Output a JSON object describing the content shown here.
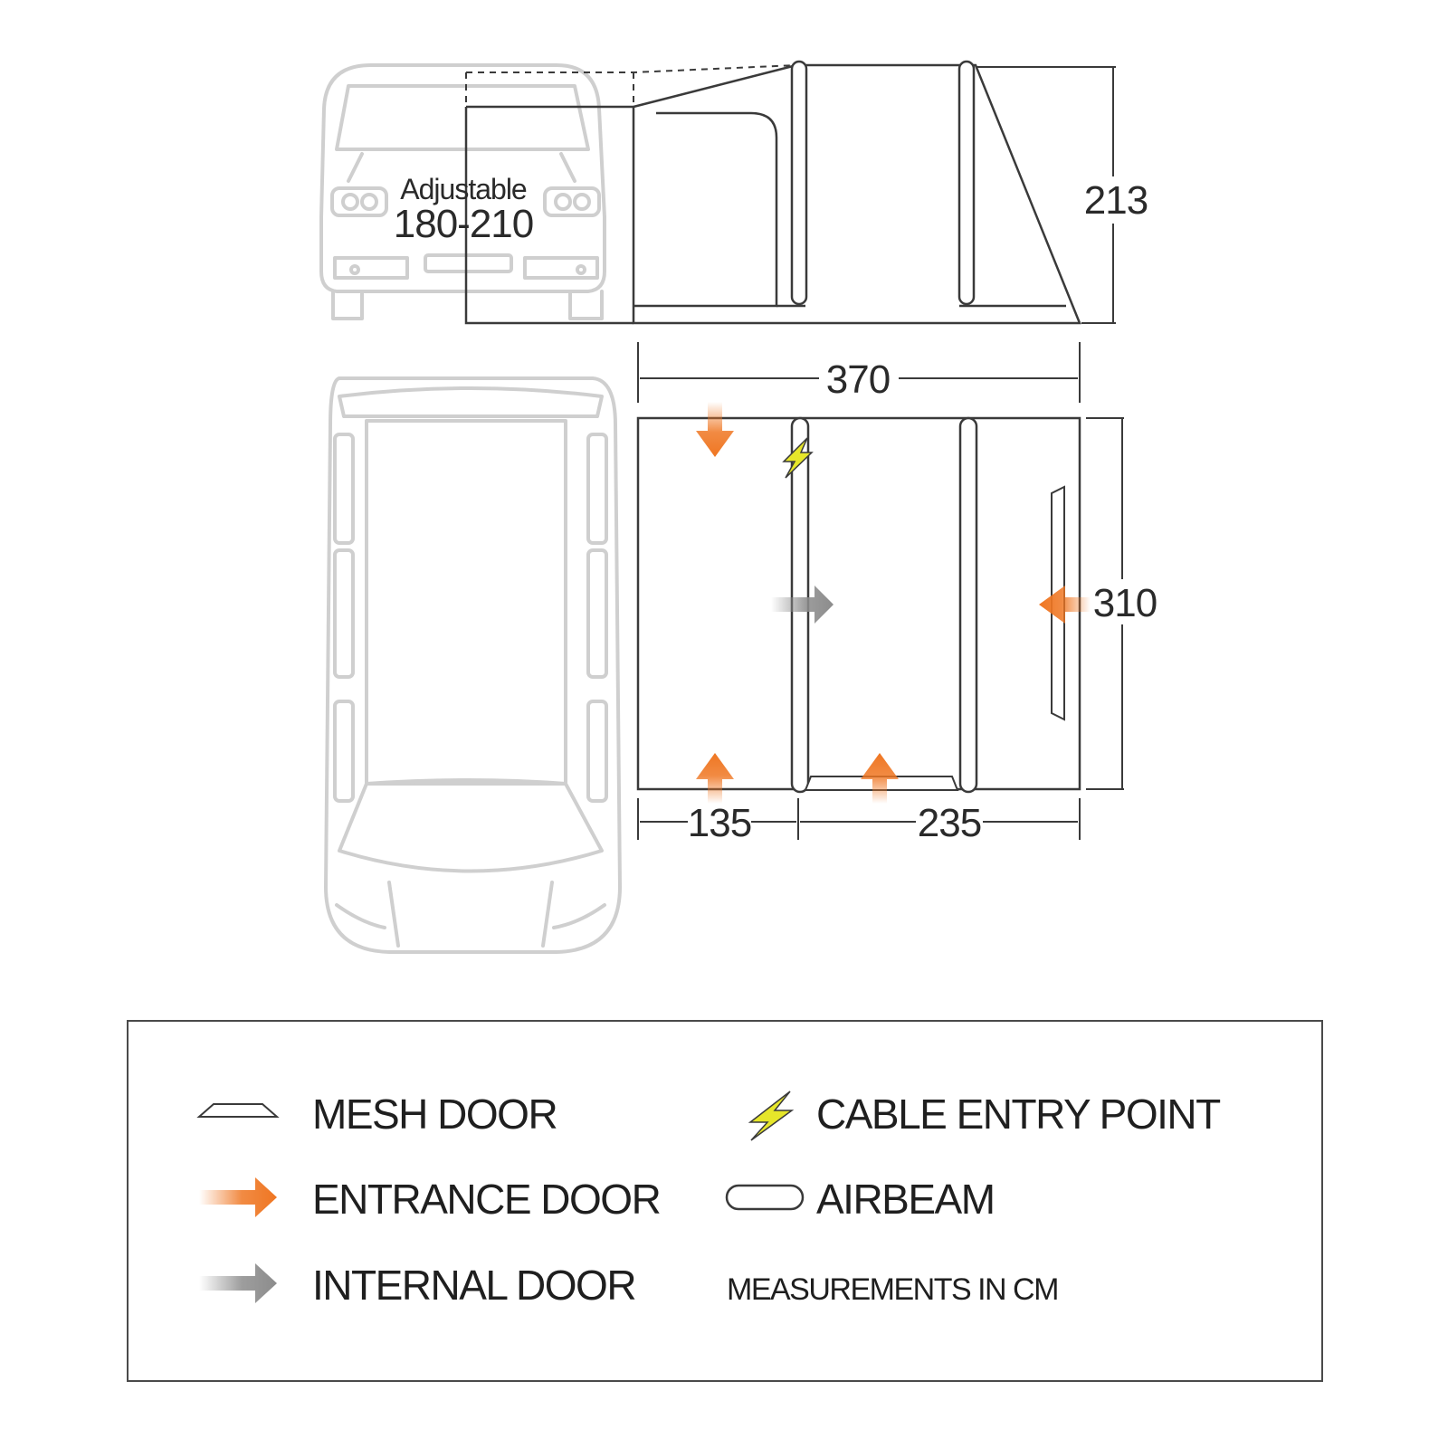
{
  "diagram": {
    "adjustable_label": "Adjustable",
    "adjustable_range": "180-210",
    "height": "213",
    "length": "370",
    "depth": "310",
    "front_section": "135",
    "rear_section": "235"
  },
  "legend": {
    "mesh_door": "MESH DOOR",
    "entrance_door": "ENTRANCE DOOR",
    "internal_door": "INTERNAL DOOR",
    "cable_entry_point": "CABLE ENTRY POINT",
    "airbeam": "AIRBEAM",
    "measurements_note": "MEASUREMENTS IN CM"
  },
  "colors": {
    "entrance": "#ef7622",
    "internal": "#8c8c8c",
    "cable": "#e6e62a",
    "outline": "#3a3a3a",
    "vehicle": "#cfcfcf"
  },
  "icons": {
    "entrance": "orange-arrow-icon",
    "internal": "grey-arrow-icon",
    "cable": "lightning-bolt-icon",
    "mesh": "mesh-door-icon",
    "airbeam": "airbeam-icon"
  }
}
